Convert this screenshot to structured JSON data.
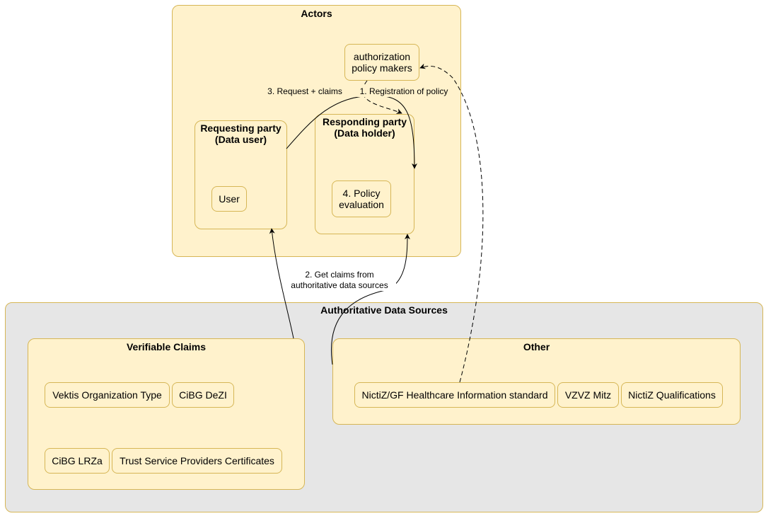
{
  "actors": {
    "title": "Actors",
    "policy_makers": "authorization\npolicy makers",
    "requesting": {
      "title": "Requesting party\n(Data user)",
      "user": "User"
    },
    "responding": {
      "title": "Responding party\n(Data holder)",
      "evaluation": "4. Policy\nevaluation"
    }
  },
  "edges": {
    "request": "3. Request + claims",
    "registration": "1. Registration of policy",
    "get_claims": "2. Get claims from\nauthoritative data sources"
  },
  "sources": {
    "title": "Authoritative Data Sources",
    "verifiable": {
      "title": "Verifiable Claims",
      "items": [
        "Vektis Organization Type",
        "CiBG DeZI",
        "CiBG LRZa",
        "Trust Service Providers Certificates"
      ]
    },
    "other": {
      "title": "Other",
      "items": [
        "NictiZ/GF Healthcare Information standard",
        "VZVZ Mitz",
        "NictiZ Qualifications"
      ]
    }
  }
}
